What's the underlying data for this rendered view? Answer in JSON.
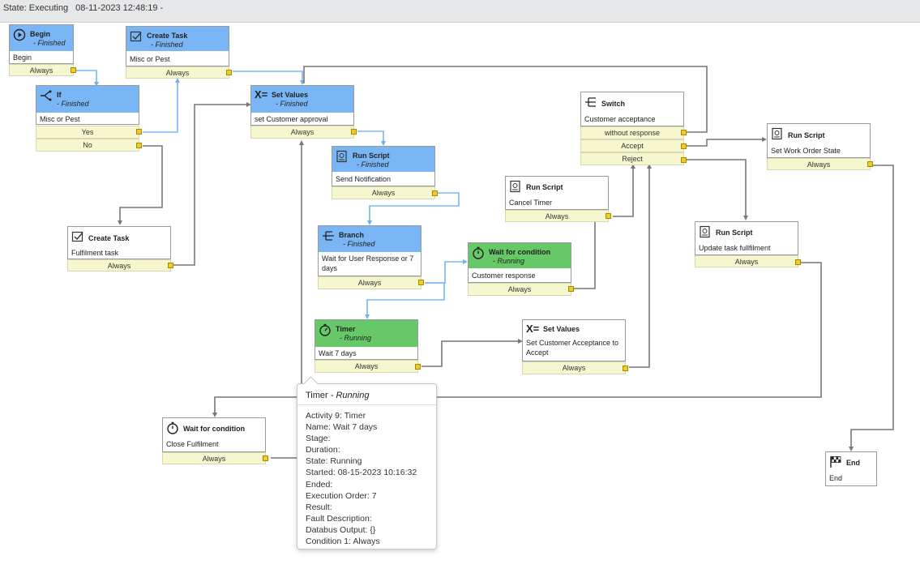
{
  "status": {
    "label": "State: Executing",
    "timestamp": "08-11-2023 12:48:19 -"
  },
  "nodes": {
    "begin": {
      "title": "Begin",
      "state": "- Finished",
      "desc": "Begin",
      "rows": [
        "Always"
      ]
    },
    "create_task_1": {
      "title": "Create Task",
      "state": "- Finished",
      "desc": "Misc or Pest",
      "rows": [
        "Always"
      ]
    },
    "if": {
      "title": "If",
      "state": "- Finished",
      "desc": "Misc or Pest",
      "rows": [
        "Yes",
        "No"
      ]
    },
    "set_values_1": {
      "title": "Set Values",
      "state": "- Finished",
      "desc": "set Customer approval",
      "rows": [
        "Always"
      ]
    },
    "run_script_1": {
      "title": "Run Script",
      "state": "- Finished",
      "desc": "Send Notification",
      "rows": [
        "Always"
      ]
    },
    "branch": {
      "title": "Branch",
      "state": "- Finished",
      "desc": "Wait for User Response or 7 days",
      "rows": [
        "Always"
      ]
    },
    "wait_cond_1": {
      "title": "Wait for condition",
      "state": "- Running",
      "desc": "Customer response",
      "rows": [
        "Always"
      ]
    },
    "timer": {
      "title": "Timer",
      "state": "- Running",
      "desc": "Wait 7 days",
      "rows": [
        "Always"
      ]
    },
    "create_task_2": {
      "title": "Create Task",
      "state": "",
      "desc": "Fulfilment task",
      "rows": [
        "Always"
      ]
    },
    "set_values_2": {
      "title": "Set Values",
      "state": "",
      "desc": "Set Customer Acceptance to Accept",
      "rows": [
        "Always"
      ]
    },
    "cancel_timer": {
      "title": "Run Script",
      "state": "",
      "desc": "Cancel Timer",
      "rows": [
        "Always"
      ]
    },
    "switch": {
      "title": "Switch",
      "state": "",
      "desc": "Customer acceptance",
      "rows": [
        "without response",
        "Accept",
        "Reject"
      ]
    },
    "run_script_wo": {
      "title": "Run Script",
      "state": "",
      "desc": "Set Work Order State",
      "rows": [
        "Always"
      ]
    },
    "run_script_upd": {
      "title": "Run Script",
      "state": "",
      "desc": "Update task fullfilment",
      "rows": [
        "Always"
      ]
    },
    "wait_cond_2": {
      "title": "Wait for condition",
      "state": "",
      "desc": "Close Fulfilment",
      "rows": [
        "Always"
      ]
    },
    "end": {
      "title": "End",
      "state": "",
      "desc": "End",
      "rows": []
    }
  },
  "tooltip": {
    "title": "Timer",
    "state": "- Running",
    "lines": [
      "Activity 9: Timer",
      "Name: Wait 7 days",
      "Stage:",
      "Duration:",
      "State: Running",
      "Started: 08-15-2023 10:16:32",
      "Ended:",
      "Execution Order: 7",
      "Result:",
      "Fault Description:",
      "Databus Output: {}",
      "Condition 1: Always"
    ]
  },
  "colors": {
    "finished": "#7ab6f5",
    "running": "#66c866",
    "port": "#f2cc1e",
    "row_bg": "#f7f7cf",
    "wire_done": "#7ab6f5",
    "wire_pending": "#777777"
  }
}
